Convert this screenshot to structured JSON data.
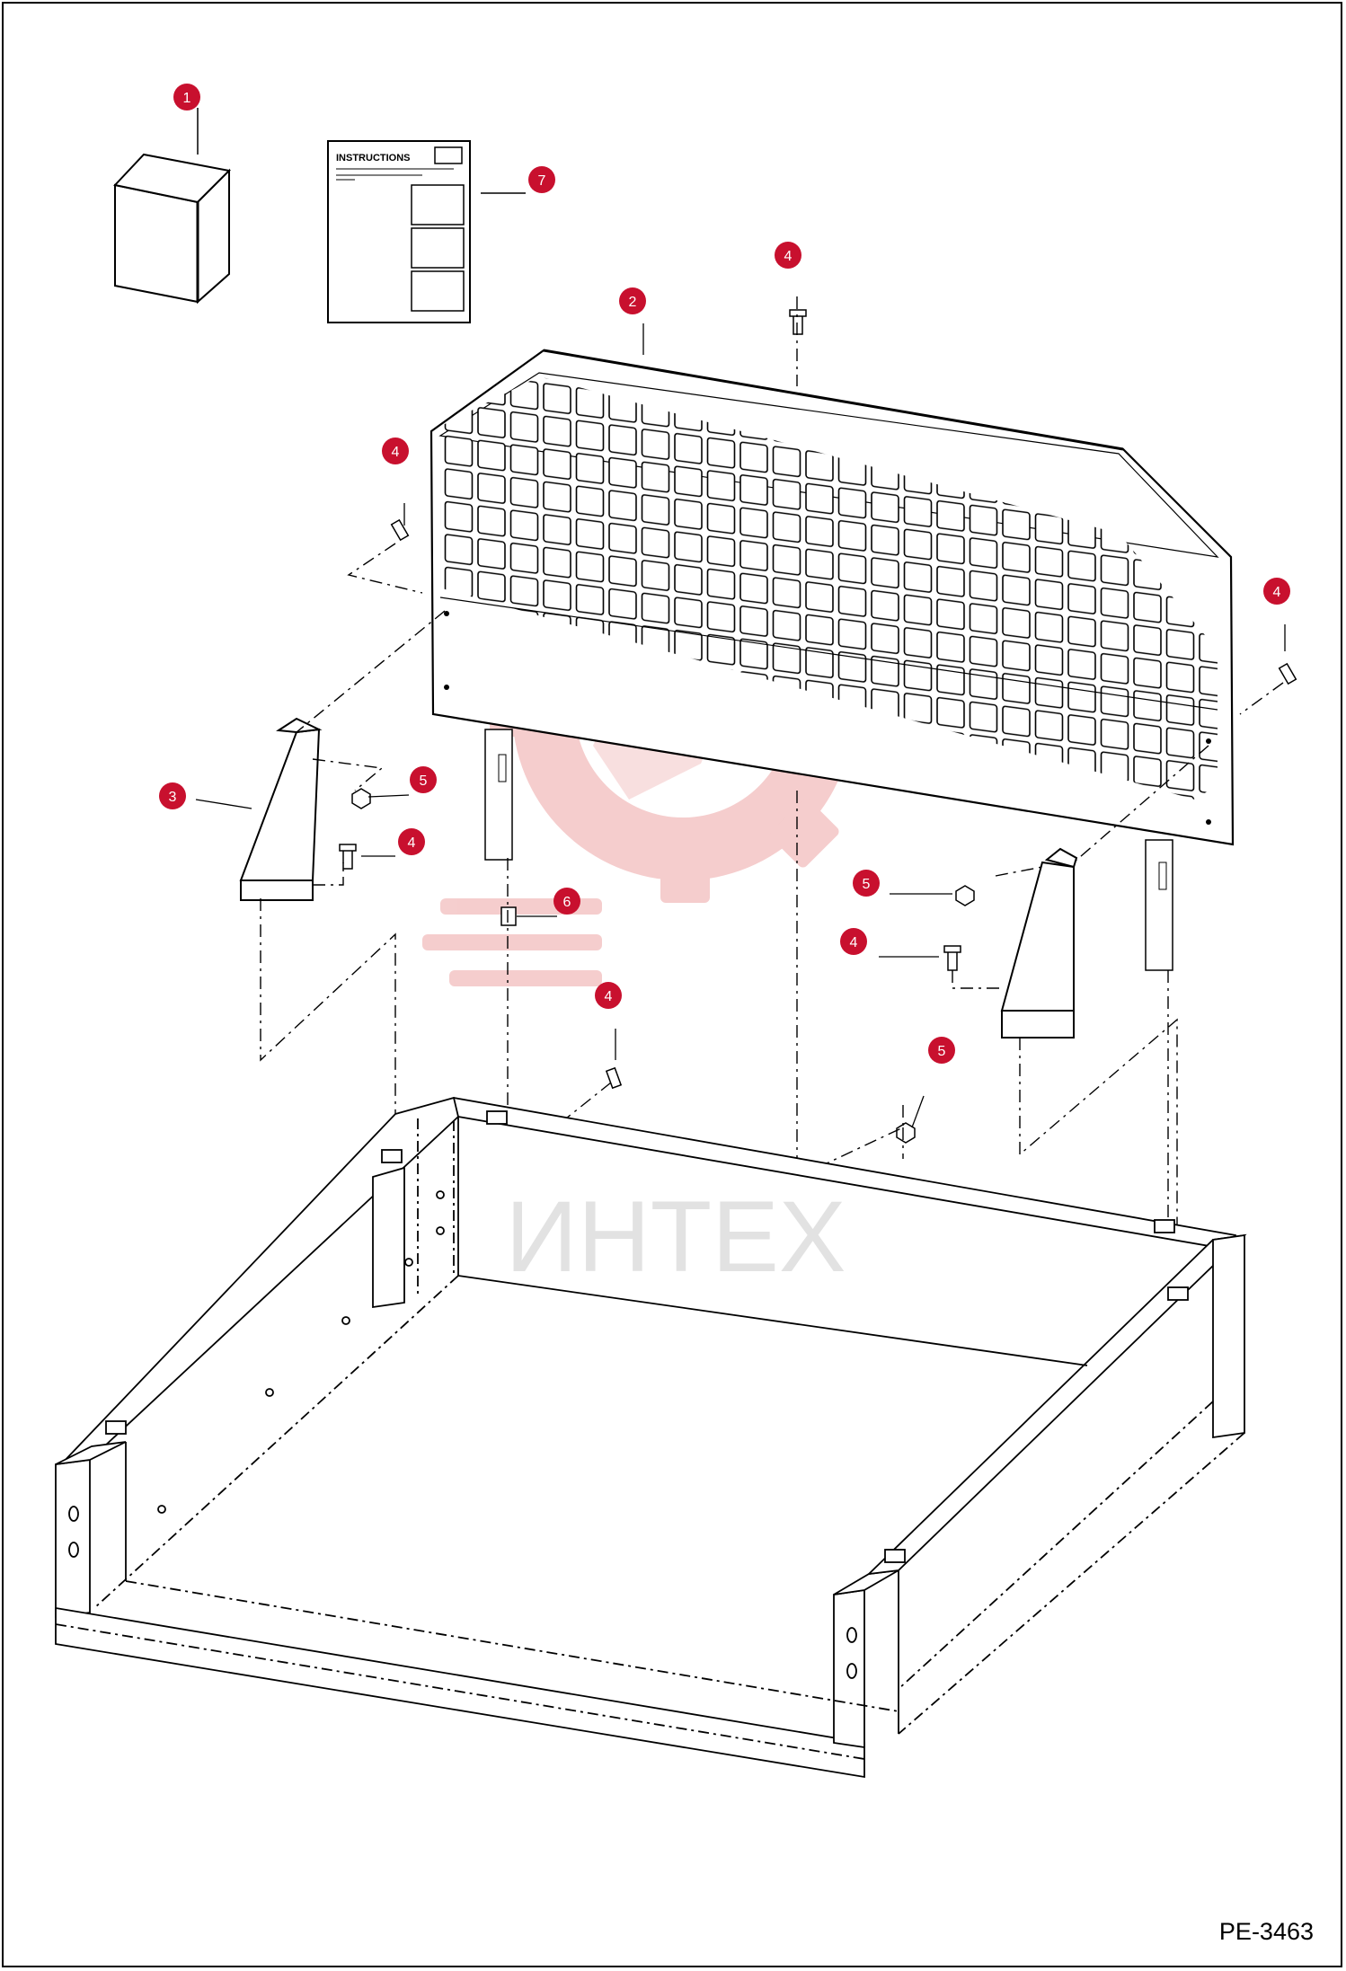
{
  "instructions_sheet": {
    "title": "INSTRUCTIONS"
  },
  "watermark": {
    "text": "ИНТЕХ"
  },
  "callouts": [
    "1",
    "2",
    "3",
    "4",
    "4",
    "4",
    "4",
    "4",
    "4",
    "5",
    "5",
    "5",
    "6",
    "7"
  ],
  "drawing_code": "PE-3463",
  "colors": {
    "callout": "#c8102e",
    "watermark": "#e8b8b8",
    "line": "#000000"
  }
}
